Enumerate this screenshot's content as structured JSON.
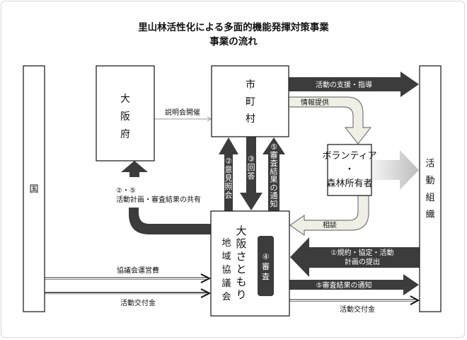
{
  "title": {
    "line1": "里山林活性化による多面的機能発揮対策事業",
    "line2": "事業の流れ"
  },
  "nodes": {
    "kuni": {
      "label": [
        "国"
      ]
    },
    "osakafu": {
      "label": [
        "大",
        "阪",
        "府"
      ]
    },
    "shichoson": {
      "label": [
        "市",
        "町",
        "村"
      ]
    },
    "volunteer": {
      "label": [
        "ボランティア",
        "・",
        "森林所有者"
      ]
    },
    "katsudo_soshiki": {
      "label": [
        "活",
        "動",
        "組",
        "織"
      ]
    },
    "kyogikai": {
      "label_col1": [
        "大",
        "阪",
        "さ",
        "と",
        "も",
        "り"
      ],
      "label_col2": [
        "地",
        "域",
        "協",
        "議",
        "会"
      ]
    },
    "shinsa": {
      "label": [
        "④",
        "審",
        "査"
      ]
    }
  },
  "arrows": {
    "setsumeikai": "説明会開催",
    "shien_shido": "活動の支援・指導",
    "joho_teikyo": "情報提供",
    "iken_shokai": [
      "②",
      "意",
      "見",
      "照",
      "会"
    ],
    "kaito": [
      "③",
      "回",
      "答"
    ],
    "shinsa_kekka_tsuchi_v": [
      "⑤",
      "審",
      "査",
      "結",
      "果",
      "の",
      "通",
      "知"
    ],
    "kyoyu_num": "②・⑤",
    "kyoyu": "活動計画・審査結果の共有",
    "sodan": "相談",
    "teishutsu_line1": "①規約・協定・活動",
    "teishutsu_line2": "計画の提出",
    "shinsa_kekka_tsuchi_h": "⑤審査結果の通知",
    "unei_hi": "協議会運営費",
    "kofukin_left": "活動交付金",
    "kofukin_right": "活動交付金"
  },
  "colors": {
    "dark_arrow": "#3c3c3c",
    "light_arrow_fill": "#efefe6",
    "box_stroke": "#222222"
  }
}
